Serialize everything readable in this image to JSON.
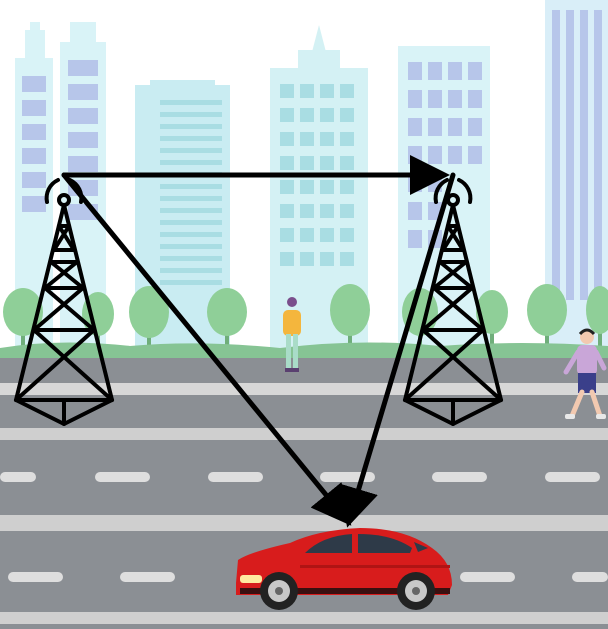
{
  "scene": {
    "colors": {
      "sky": "#ffffff",
      "building_light": "#d9f3f7",
      "building_mid": "#c9ecf2",
      "building_window": "#b7c6ea",
      "building_window_alt": "#a9dde3",
      "tree": "#8fcf98",
      "tree_trunk": "#6fae7a",
      "grass": "#86c494",
      "sidewalk": "#dcdcdc",
      "road": "#8b8f94",
      "lane_marking": "#dedede",
      "road_stripe": "#cfcfcf",
      "tower": "#000000",
      "arrow": "#000000",
      "car_body": "#d81c1c",
      "car_window": "#2e3a48",
      "wheel": "#222222",
      "rim": "#c8c8c8"
    },
    "icons": {
      "tower_left": "transmission-tower-icon",
      "tower_right": "transmission-tower-icon",
      "car": "car-icon",
      "pedestrian_left": "pedestrian-with-backpack-icon",
      "pedestrian_right": "walking-woman-icon"
    },
    "links": [
      {
        "from": "left-tower",
        "to": "right-tower"
      },
      {
        "from": "left-tower",
        "to": "car"
      },
      {
        "from": "right-tower",
        "to": "car"
      }
    ]
  }
}
